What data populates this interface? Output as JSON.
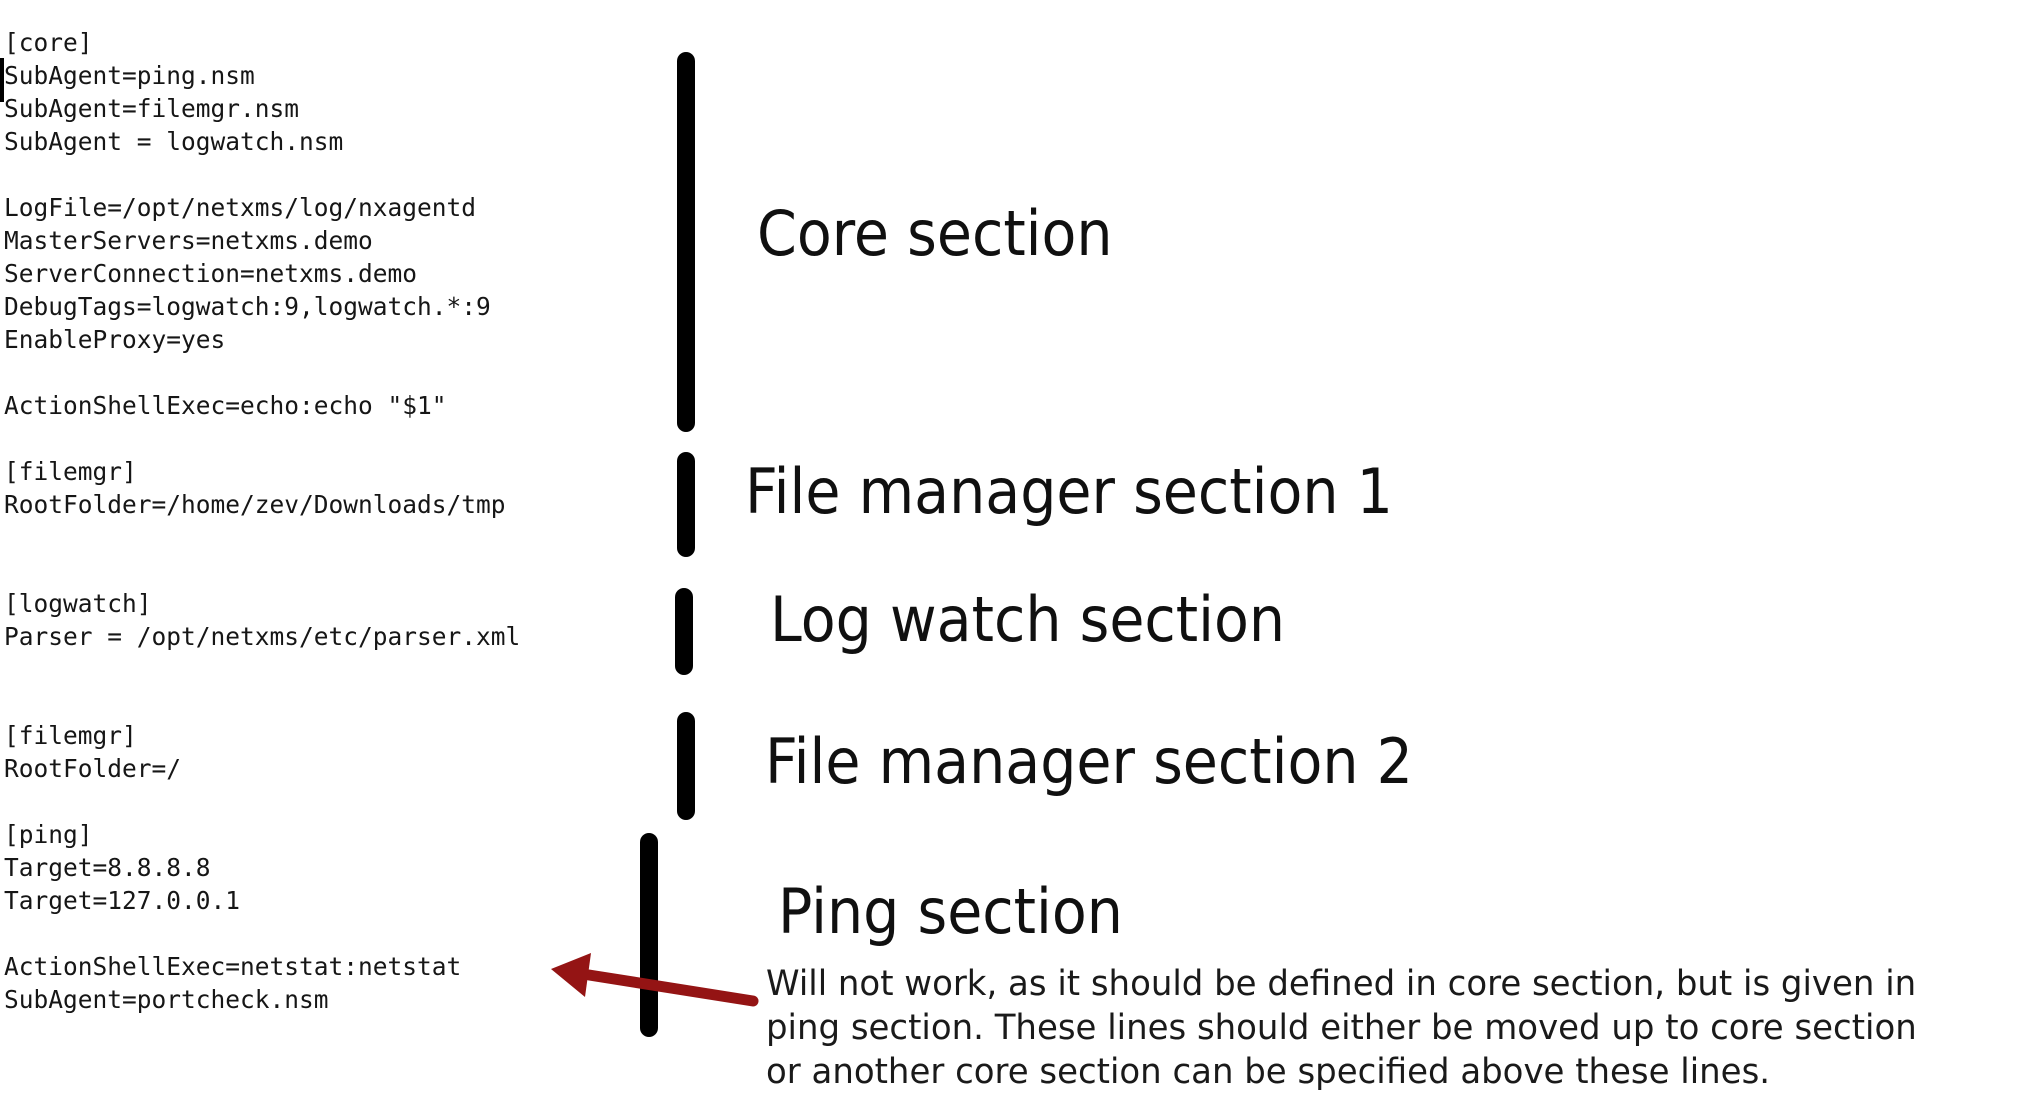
{
  "colors": {
    "arrow_red": "#941414",
    "bar_black": "#000000",
    "text": "#161616"
  },
  "config": {
    "lines": [
      "[core]",
      "SubAgent=ping.nsm",
      "SubAgent=filemgr.nsm",
      "SubAgent = logwatch.nsm",
      "",
      "LogFile=/opt/netxms/log/nxagentd",
      "MasterServers=netxms.demo",
      "ServerConnection=netxms.demo",
      "DebugTags=logwatch:9,logwatch.*:9",
      "EnableProxy=yes",
      "",
      "ActionShellExec=echo:echo \"$1\"",
      "",
      "[filemgr]",
      "RootFolder=/home/zev/Downloads/tmp",
      "",
      "",
      "[logwatch]",
      "Parser = /opt/netxms/etc/parser.xml",
      "",
      "",
      "[filemgr]",
      "RootFolder=/",
      "",
      "[ping]",
      "Target=8.8.8.8",
      "Target=127.0.0.1",
      "",
      "ActionShellExec=netstat:netstat",
      "SubAgent=portcheck.nsm"
    ]
  },
  "sections": [
    {
      "id": "core",
      "label": "Core section"
    },
    {
      "id": "filemgr1",
      "label": "File manager section 1"
    },
    {
      "id": "logwatch",
      "label": "Log watch section"
    },
    {
      "id": "filemgr2",
      "label": "File manager section 2"
    },
    {
      "id": "ping",
      "label": "Ping section"
    }
  ],
  "annotation": {
    "lines": [
      "Will not work, as it should be defined in core section, but is given in",
      "ping section. These lines should either be moved up to core section",
      "or another core section can be specified above these lines."
    ]
  }
}
